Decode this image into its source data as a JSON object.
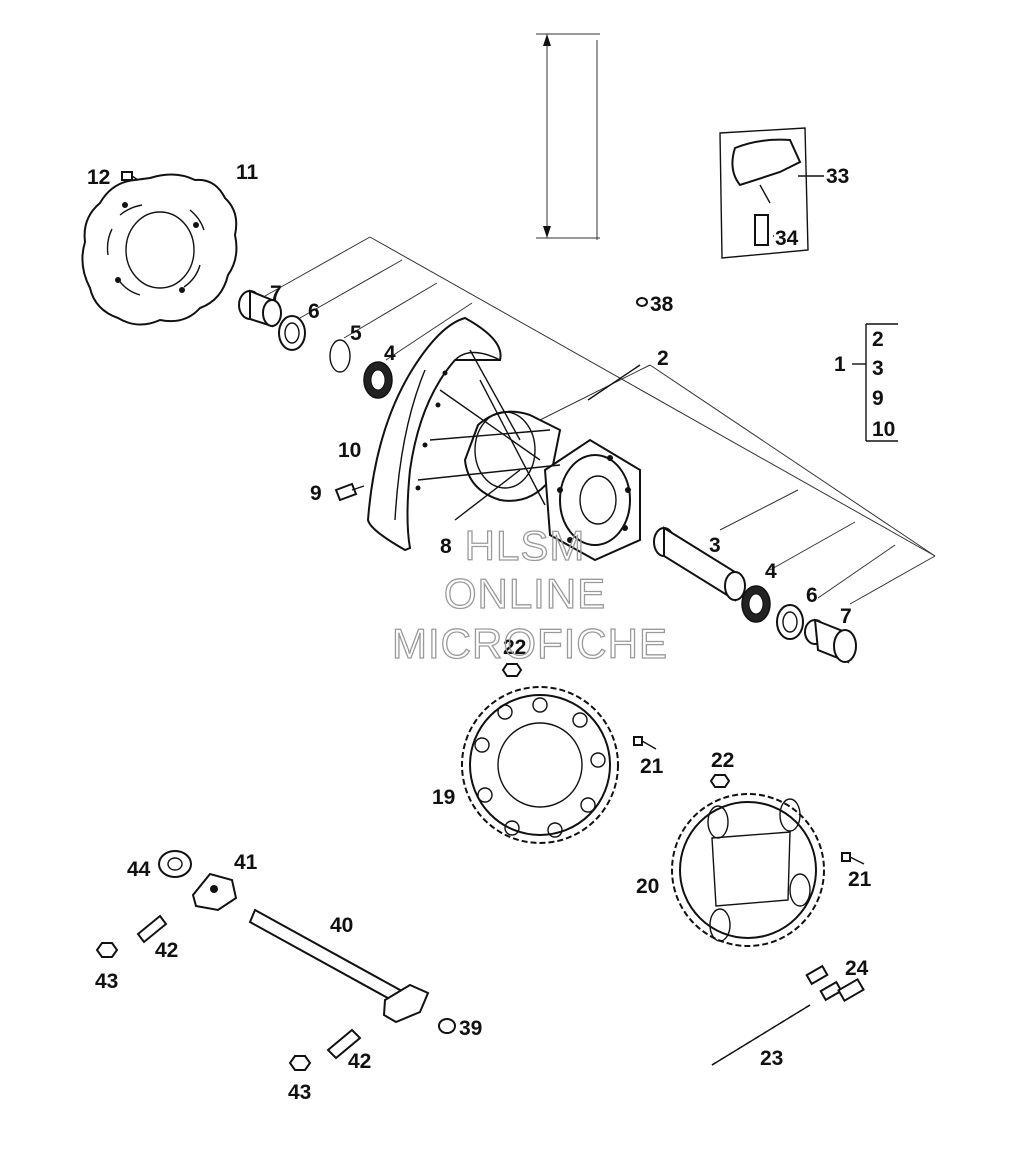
{
  "watermark": {
    "line1": "HLSM",
    "line2": "ONLINE",
    "line3": "MICROFICHE"
  },
  "bracket_group": {
    "parent": "1",
    "children": [
      "2",
      "3",
      "9",
      "10"
    ]
  },
  "callouts": [
    {
      "id": "c12",
      "text": "12"
    },
    {
      "id": "c11",
      "text": "11"
    },
    {
      "id": "c7a",
      "text": "7"
    },
    {
      "id": "c6a",
      "text": "6"
    },
    {
      "id": "c5",
      "text": "5"
    },
    {
      "id": "c4a",
      "text": "4"
    },
    {
      "id": "c2",
      "text": "2"
    },
    {
      "id": "c10",
      "text": "10"
    },
    {
      "id": "c9",
      "text": "9"
    },
    {
      "id": "c8",
      "text": "8"
    },
    {
      "id": "c3",
      "text": "3"
    },
    {
      "id": "c4b",
      "text": "4"
    },
    {
      "id": "c6b",
      "text": "6"
    },
    {
      "id": "c7b",
      "text": "7"
    },
    {
      "id": "c33",
      "text": "33"
    },
    {
      "id": "c34",
      "text": "34"
    },
    {
      "id": "c38",
      "text": "38"
    },
    {
      "id": "c22a",
      "text": "22"
    },
    {
      "id": "c21a",
      "text": "21"
    },
    {
      "id": "c19",
      "text": "19"
    },
    {
      "id": "c22b",
      "text": "22"
    },
    {
      "id": "c21b",
      "text": "21"
    },
    {
      "id": "c20",
      "text": "20"
    },
    {
      "id": "c24",
      "text": "24"
    },
    {
      "id": "c23",
      "text": "23"
    },
    {
      "id": "c44",
      "text": "44"
    },
    {
      "id": "c41",
      "text": "41"
    },
    {
      "id": "c40",
      "text": "40"
    },
    {
      "id": "c42a",
      "text": "42"
    },
    {
      "id": "c43a",
      "text": "43"
    },
    {
      "id": "c39",
      "text": "39"
    },
    {
      "id": "c42b",
      "text": "42"
    },
    {
      "id": "c43b",
      "text": "43"
    }
  ]
}
